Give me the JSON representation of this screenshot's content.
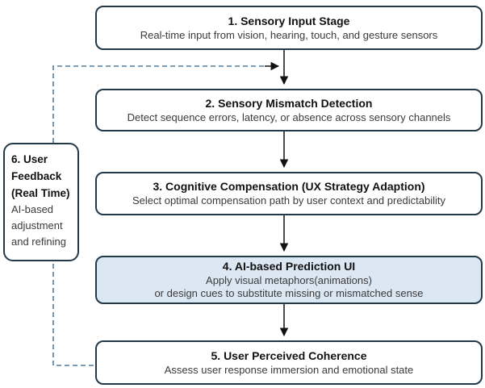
{
  "flow": {
    "boxes": [
      {
        "title": "1. Sensory Input Stage",
        "subtitle": "Real-time input from vision, hearing, touch, and gesture sensors"
      },
      {
        "title": "2. Sensory Mismatch Detection",
        "subtitle": "Detect sequence errors, latency, or absence across sensory channels"
      },
      {
        "title": "3. Cognitive Compensation (UX Strategy Adaption)",
        "subtitle": "Select optimal compensation path by user context and predictability"
      },
      {
        "title": "4. AI-based Prediction UI",
        "subtitle_lines": [
          "Apply visual metaphors(animations)",
          "or design cues to substitute missing or mismatched sense"
        ]
      },
      {
        "title": "5. User Perceived Coherence",
        "subtitle": "Assess user response immersion and emotional state"
      }
    ],
    "feedback_box": {
      "title": "6. User Feedback (Real Time)",
      "subtitle": "AI-based adjustment and refining"
    }
  },
  "colors": {
    "box_border": "#22394a",
    "highlight_fill": "#dce7f4",
    "arrow": "#111111",
    "dashed_feedback": "#4e7d9e"
  }
}
